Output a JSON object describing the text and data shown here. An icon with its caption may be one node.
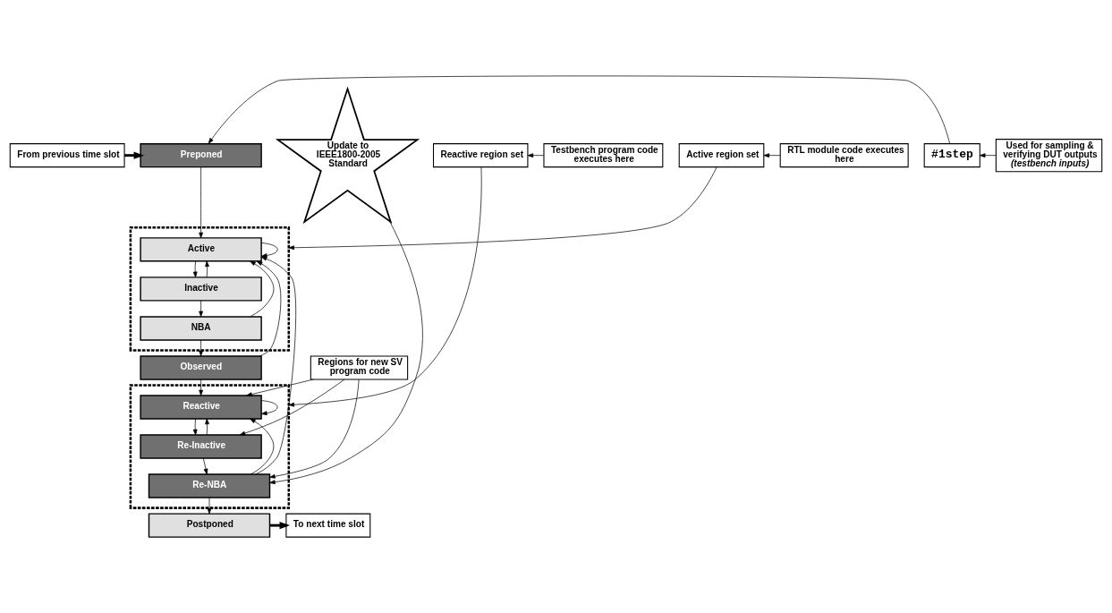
{
  "diagram": {
    "nodes": [
      {
        "text": [
          "From previous time slot"
        ]
      },
      {
        "text": [
          "Preponed"
        ]
      },
      {
        "text": [
          "#1step"
        ]
      },
      {
        "text": [
          "Used for sampling & verifying DUT outputs",
          "(testbench inputs)"
        ]
      },
      {
        "text": [],
        "shape": "box"
      },
      {
        "text": [
          "Active"
        ],
        "in": 4
      },
      {
        "text": [
          "Inactive"
        ],
        "in": 4
      },
      {
        "text": [
          "NBA"
        ],
        "in": 4
      },
      {
        "text": [
          "Active region set"
        ]
      },
      {
        "text": [
          "RTL module code executes here"
        ]
      },
      {
        "text": [
          "Observed"
        ]
      },
      {
        "text": [],
        "shape": "box"
      },
      {
        "text": [
          "Regions for new SV program code"
        ]
      },
      {
        "text": [
          "Reactive"
        ],
        "in": 11
      },
      {
        "text": [
          "Re-Inactive"
        ],
        "in": 11
      },
      {
        "text": [
          "Re-NBA"
        ],
        "in": 11
      },
      {
        "text": [
          "Reactive region set"
        ]
      },
      {
        "text": [
          "Testbench program code executes here"
        ]
      },
      {
        "text": [
          "Update to IEEE1800-2005 Standard"
        ]
      },
      {
        "text": [
          "Postponed"
        ]
      },
      {
        "text": [
          "To next time slot"
        ]
      }
    ],
    "edges": [
      {
        "from": 0,
        "to": 1,
        "arrow": "to",
        "style": "thick"
      },
      {
        "from": 2,
        "to": 1,
        "arrow": "to"
      },
      {
        "from": 3,
        "to": 2,
        "arrow": "to"
      },
      {
        "from": 1,
        "to": 5,
        "arrow": "to"
      },
      {
        "from": 5,
        "to": 6,
        "arrow": "to"
      },
      {
        "from": 6,
        "to": 7,
        "arrow": "to"
      },
      {
        "from": 5,
        "to": 5,
        "arrow": "to"
      },
      {
        "from": 6,
        "to": 5,
        "arrow": "to"
      },
      {
        "from": 7,
        "to": 5,
        "arrow": "to"
      },
      {
        "from": 8,
        "to": 4,
        "arrow": "to"
      },
      {
        "from": 9,
        "to": 8,
        "arrow": "to"
      },
      {
        "from": 7,
        "to": 10,
        "arrow": "to"
      },
      {
        "from": 10,
        "to": 5,
        "arrow": "to"
      },
      {
        "from": 10,
        "to": 13,
        "arrow": "to"
      },
      {
        "from": 13,
        "to": 14,
        "arrow": "to"
      },
      {
        "from": 14,
        "to": 15,
        "arrow": "to"
      },
      {
        "from": 13,
        "to": 13,
        "arrow": "to"
      },
      {
        "from": 14,
        "to": 13,
        "arrow": "to"
      },
      {
        "from": 15,
        "to": 13,
        "arrow": "to"
      },
      {
        "from": 12,
        "to": 13,
        "arrow": "to"
      },
      {
        "from": 12,
        "to": 14,
        "arrow": "to"
      },
      {
        "from": 12,
        "to": 15,
        "arrow": "to"
      },
      {
        "from": 18,
        "to": 15,
        "arrow": "to"
      },
      {
        "from": 16,
        "to": 11,
        "arrow": "to"
      },
      {
        "from": 17,
        "to": 16,
        "arrow": "to"
      },
      {
        "from": 15,
        "to": 5,
        "arrow": "to"
      },
      {
        "from": 15,
        "to": 19,
        "arrow": "to"
      },
      {
        "from": 19,
        "to": 20,
        "arrow": "to",
        "style": "thick"
      }
    ]
  }
}
